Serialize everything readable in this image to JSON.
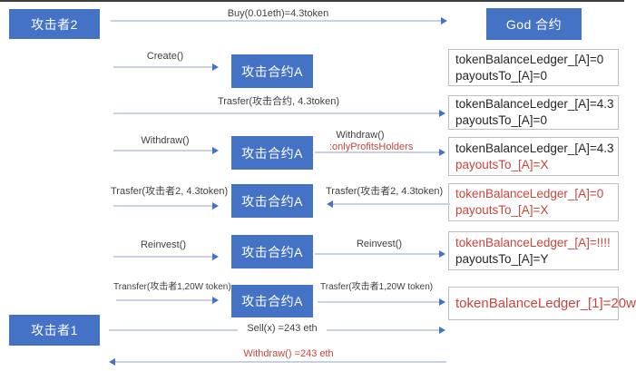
{
  "colors": {
    "accent_blue": "#4472C4",
    "arrow_line": "#C9D1E0",
    "red": "#C8453C",
    "text_dark": "#262626"
  },
  "actors": {
    "attacker2": "攻击者2",
    "attacker1": "攻击者1",
    "god": "God 合约",
    "attack_contract": "攻击合约A"
  },
  "messages": {
    "buy": "Buy(0.01eth)=4.3token",
    "create": "Create()",
    "transfer_contract": "Trasfer(攻击合约, 4.3token)",
    "withdraw_left": "Withdraw()",
    "withdraw_right_line1": "Withdraw()",
    "withdraw_right_line2": ":onlyProfitsHolders",
    "transfer_attacker2_left": "Trasfer(攻击者2, 4.3token)",
    "transfer_attacker2_right": "Trasfer(攻击者2, 4.3token)",
    "reinvest_left": "Reinvest()",
    "reinvest_right": "Reinvest()",
    "transfer_attacker1_left": "Transfer(攻击者1,20W token)",
    "transfer_attacker1_right": "Trasfer(攻击者1,20W token)",
    "sell": "Sell(x) =243 eth",
    "withdraw_bottom": "Withdraw() =243 eth"
  },
  "state_boxes": [
    {
      "lines": [
        {
          "text": "tokenBalanceLedger_[A]=0",
          "color": "#262626"
        },
        {
          "text": "payoutsTo_[A]=0",
          "color": "#262626"
        }
      ]
    },
    {
      "lines": [
        {
          "text": "tokenBalanceLedger_[A]=4.3",
          "color": "#262626"
        },
        {
          "text": "payoutsTo_[A]=0",
          "color": "#262626"
        }
      ]
    },
    {
      "lines": [
        {
          "text": "tokenBalanceLedger_[A]=4.3",
          "color": "#262626"
        },
        {
          "text": "payoutsTo_[A]=X",
          "color": "#C8453C"
        }
      ]
    },
    {
      "lines": [
        {
          "text": "tokenBalanceLedger_[A]=0",
          "color": "#C8453C"
        },
        {
          "text": "payoutsTo_[A]=X",
          "color": "#C8453C"
        }
      ]
    },
    {
      "lines": [
        {
          "text": "tokenBalanceLedger_[A]=!!!!",
          "color": "#C8453C"
        },
        {
          "text": "payoutsTo_[A]=Y",
          "color": "#262626"
        }
      ]
    },
    {
      "lines": [
        {
          "text": "tokenBalanceLedger_[1]=20w",
          "color": "#C8453C"
        }
      ]
    }
  ]
}
